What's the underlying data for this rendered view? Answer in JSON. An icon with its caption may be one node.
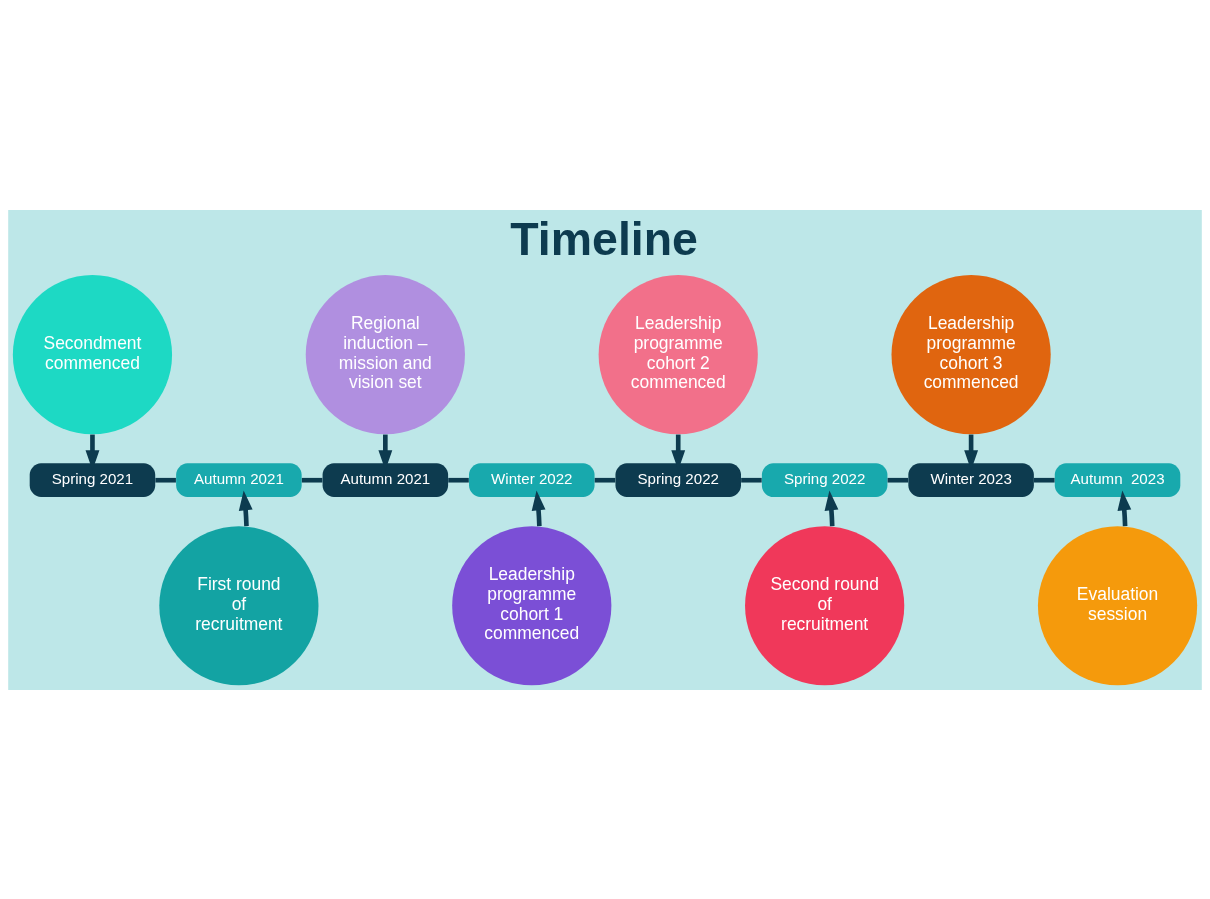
{
  "diagram": {
    "title": "Timeline",
    "nodes": [
      {
        "text": [
          "Spring 2021"
        ]
      },
      {
        "text": [
          "Autumn 2021"
        ]
      },
      {
        "text": [
          "Autumn 2021"
        ]
      },
      {
        "text": [
          "Winter 2022"
        ]
      },
      {
        "text": [
          "Spring 2022"
        ]
      },
      {
        "text": [
          "Spring 2022"
        ]
      },
      {
        "text": [
          "Winter 2023"
        ]
      },
      {
        "text": [
          "Autumn  2023"
        ]
      },
      {
        "text": [
          "Secondment commenced"
        ]
      },
      {
        "text": [
          "First round of recruitment"
        ]
      },
      {
        "text": [
          "Regional induction – mission and vision set"
        ]
      },
      {
        "text": [
          "Leadership programme cohort 1 commenced"
        ]
      },
      {
        "text": [
          "Leadership programme cohort 2 commenced"
        ]
      },
      {
        "text": [
          "Second round of recruitment"
        ]
      },
      {
        "text": [
          "Leadership programme cohort 3 commenced"
        ]
      },
      {
        "text": [
          "Evaluation session"
        ]
      }
    ],
    "edges": [
      {
        "from": 0,
        "to": 1,
        "arrow": "none"
      },
      {
        "from": 1,
        "to": 2,
        "arrow": "none"
      },
      {
        "from": 2,
        "to": 3,
        "arrow": "none"
      },
      {
        "from": 3,
        "to": 4,
        "arrow": "none"
      },
      {
        "from": 4,
        "to": 5,
        "arrow": "none"
      },
      {
        "from": 5,
        "to": 6,
        "arrow": "none"
      },
      {
        "from": 6,
        "to": 7,
        "arrow": "none"
      },
      {
        "from": 8,
        "to": 0,
        "arrow": "to"
      },
      {
        "from": 9,
        "to": 1,
        "arrow": "to"
      },
      {
        "from": 10,
        "to": 2,
        "arrow": "to"
      },
      {
        "from": 11,
        "to": 3,
        "arrow": "to"
      },
      {
        "from": 12,
        "to": 4,
        "arrow": "to"
      },
      {
        "from": 13,
        "to": 5,
        "arrow": "to"
      },
      {
        "from": 14,
        "to": 6,
        "arrow": "to"
      },
      {
        "from": 15,
        "to": 7,
        "arrow": "to"
      }
    ]
  }
}
